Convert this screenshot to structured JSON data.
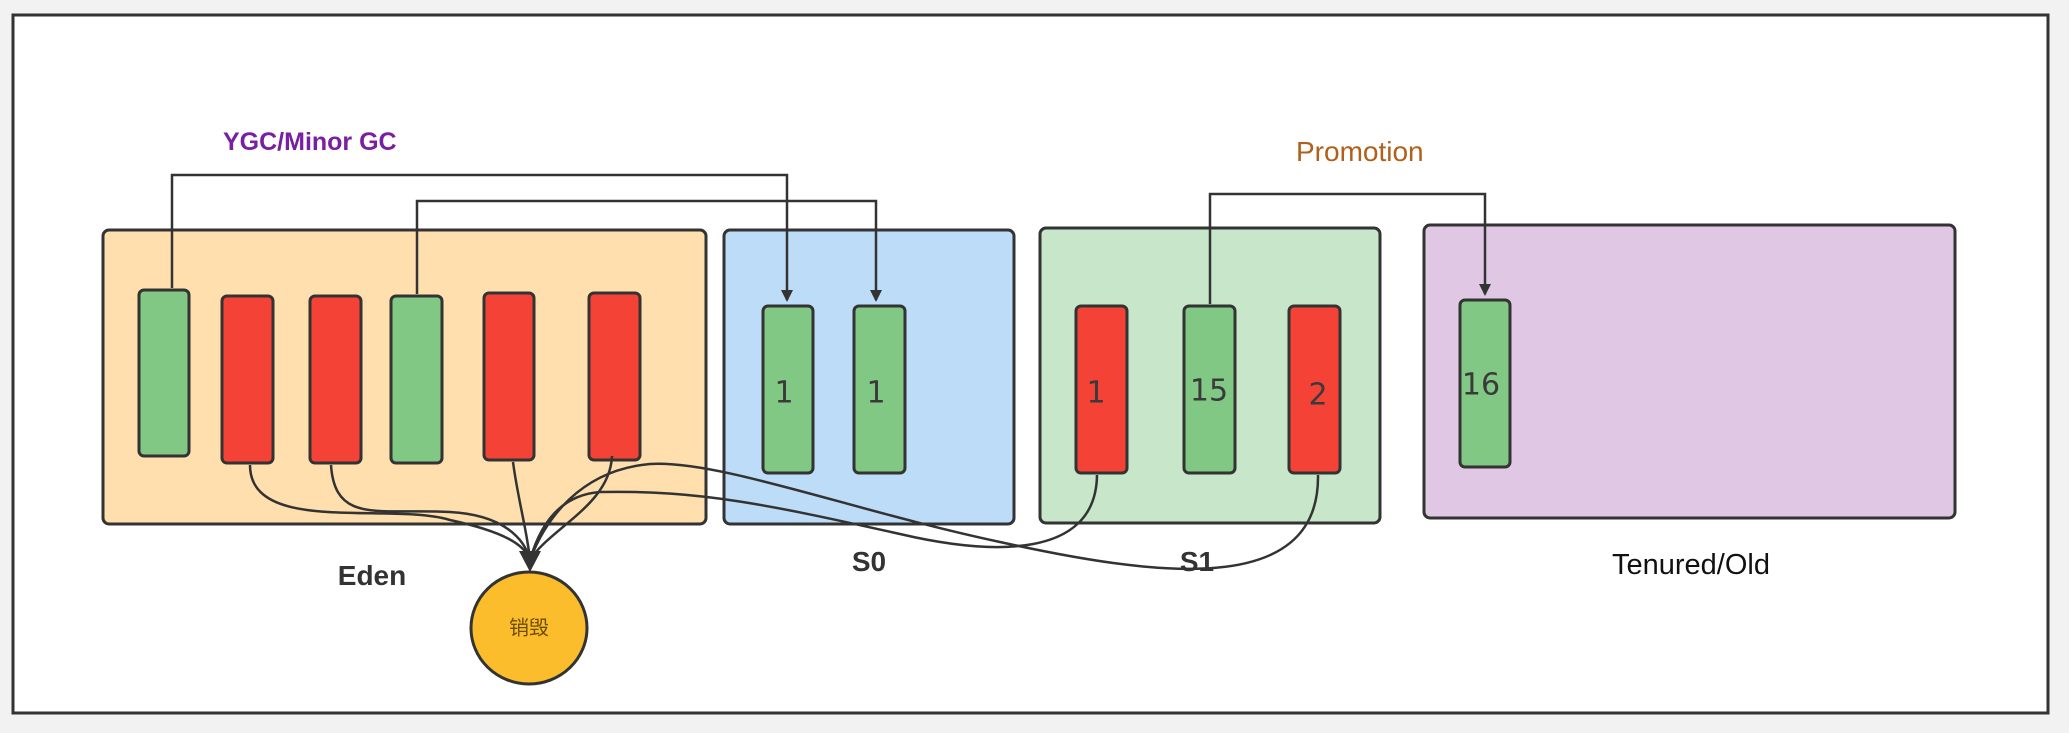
{
  "labels": {
    "ygc": "YGC/Minor GC",
    "promotion": "Promotion",
    "eden": "Eden",
    "s0": "S0",
    "s1": "S1",
    "old": "Tenured/Old",
    "destroy": "销毁"
  },
  "objects": {
    "s0_a": "1",
    "s0_b": "1",
    "s1_a": "1",
    "s1_b": "15",
    "s1_c": "2",
    "old_a": "16"
  },
  "colors": {
    "eden_fill": "#ffdfad",
    "s0_fill": "#bcdcf8",
    "s1_fill": "#c8e6c9",
    "old_fill": "#e0c8e5",
    "live_object": "#80c884",
    "dead_object": "#f44336",
    "destroy_fill": "#fbbd2c",
    "ygc_text": "#7a1fa2",
    "promotion_text": "#b0601a",
    "stroke": "#333333"
  }
}
